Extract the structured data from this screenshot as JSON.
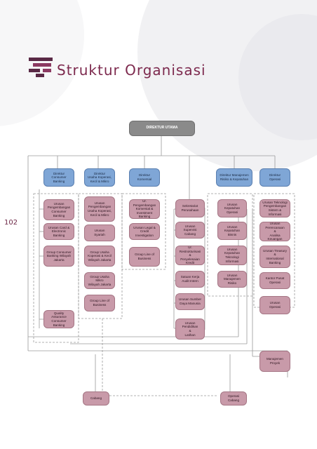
{
  "header": {
    "title": "Struktur Organisasi"
  },
  "page_number": "102",
  "top": {
    "label": "DIREKTUR UTAMA"
  },
  "directors": [
    {
      "id": "d1",
      "label": "Direktur Consumer\nBanking"
    },
    {
      "id": "d2",
      "label": "Direktur\nUsaha Koperasi,\nKecil & Mikro"
    },
    {
      "id": "d3",
      "label": "Direktur\nKomersial"
    },
    {
      "id": "d4",
      "label": "Direktur Manajemen\nRisiko & Kepatuhan"
    },
    {
      "id": "d5",
      "label": "Direktur\nOperasi"
    }
  ],
  "units": [
    {
      "id": "u1",
      "label": "Urusan\nPengembangan\nConsumer\nBanking"
    },
    {
      "id": "u2",
      "label": "Urusan Card &\nElectronic Banking"
    },
    {
      "id": "u3",
      "label": "Group Consumer\nBanking Wilayah\nJakarta"
    },
    {
      "id": "u4",
      "label": "Quality Assurance\nConsumer Banking"
    },
    {
      "id": "u5",
      "label": "Urusan\nPengembangan\nUsaha Koperasi,\nKecil & Mikro"
    },
    {
      "id": "u6",
      "label": "Urusan\nSyariah"
    },
    {
      "id": "u7",
      "label": "Group Usaha\nKoperasi & Kecil\nWilayah Jakarta"
    },
    {
      "id": "u8",
      "label": "Group Usaha Mikro\nWilayah Jakarta"
    },
    {
      "id": "u9",
      "label": "Group Line of\nBusiness"
    },
    {
      "id": "u10",
      "label": "Ur. Pengembangan\nKomersial &\nInvestment Banking"
    },
    {
      "id": "u11",
      "label": "Urusan Legal &\nCredit Investigation"
    },
    {
      "id": "u12",
      "label": "Group Line of\nBusiness"
    },
    {
      "id": "u13",
      "label": "Sekretariat\nPerusahaan"
    },
    {
      "id": "u14",
      "label": "Urusan Supervisi\nCabang"
    },
    {
      "id": "u15",
      "label": "Ur. Restrukturisasi &\nPenyelesaian\nKredit"
    },
    {
      "id": "u16",
      "label": "Satuan Kerja\nAudit Intern"
    },
    {
      "id": "u17",
      "label": "Urusan Sumber\nDaya Manusia"
    },
    {
      "id": "u18",
      "label": "Urusan Pendidikan\n&\nLatihan"
    },
    {
      "id": "u19",
      "label": "Urusan\nKepatuhan\nOperasi"
    },
    {
      "id": "u20",
      "label": "Urusan\nKepatuhan\nBisnis"
    },
    {
      "id": "u21",
      "label": "Urusan\nKepatuhan\nTeknologi Informasi"
    },
    {
      "id": "u22",
      "label": "Urusan\nManajemen Risiko"
    },
    {
      "id": "u23",
      "label": "Urusan Teknologi\nPengembangan\nSistem & Informasi"
    },
    {
      "id": "u24",
      "label": "Urusan Perencanaan\n&\nAnalisa Keuangan"
    },
    {
      "id": "u25",
      "label": "Urusan Treasury\n&\nInternational\nBanking"
    },
    {
      "id": "u26",
      "label": "Kantor Pusat\nOperasi"
    },
    {
      "id": "u27",
      "label": "Urusan\nOperasi"
    },
    {
      "id": "u28",
      "label": "Manajemen\nProyek"
    }
  ],
  "bottom": [
    {
      "id": "b1",
      "label": "Cabang"
    },
    {
      "id": "b2",
      "label": "Operasi\nCabang"
    }
  ],
  "colors": {
    "brand": "#7d2a4e",
    "director": "#7fa6d6",
    "unit": "#c89aa9",
    "top": "#8a8a8a"
  }
}
